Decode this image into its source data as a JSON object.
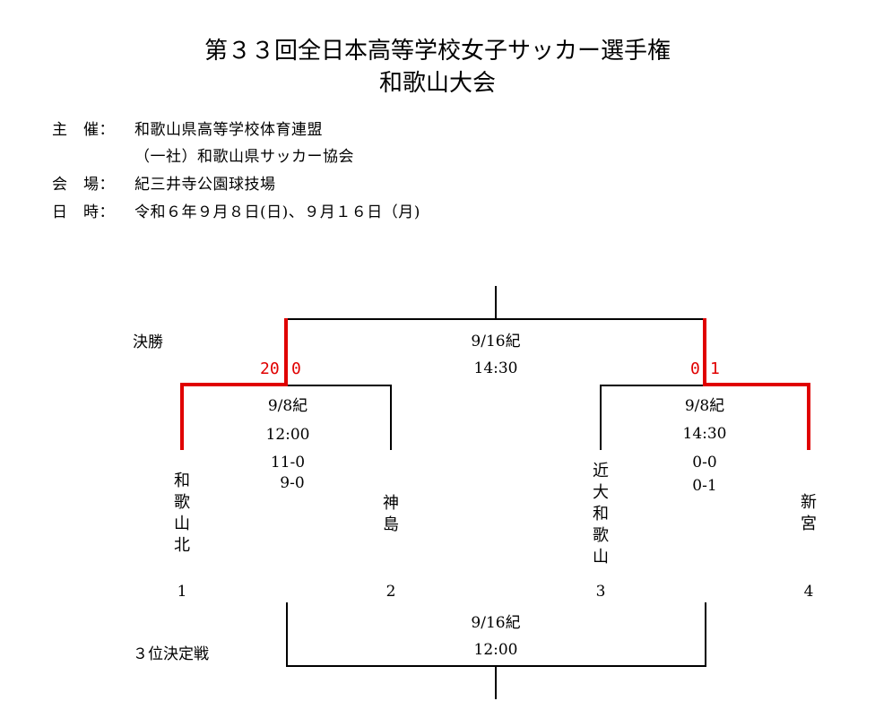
{
  "header": {
    "title_line1": "第３３回全日本高等学校女子サッカー選手権",
    "title_line2": "和歌山大会"
  },
  "info": {
    "organizer_label": "主　催：",
    "organizer_1": "和歌山県高等学校体育連盟",
    "organizer_2": "（一社）和歌山県サッカー協会",
    "venue_label": "会　場：",
    "venue": "紀三井寺公園球技場",
    "date_label": "日　時：",
    "date": "令和６年９月８日(日)、９月１６日（月)"
  },
  "bracket": {
    "final": {
      "label": "決勝",
      "date": "9/16紀",
      "time": "14:30"
    },
    "semi_left": {
      "date": "9/8紀",
      "time": "12:00",
      "score_a": "11-0",
      "score_b": "9-0",
      "final_score_left": "20",
      "final_score_right": "0"
    },
    "semi_right": {
      "date": "9/8紀",
      "time": "14:30",
      "score_a": "0-0",
      "score_b": "0-1",
      "final_score_left": "0",
      "final_score_right": "1"
    },
    "third_place": {
      "label": "３位決定戦",
      "date": "9/16紀",
      "time": "12:00"
    },
    "teams": [
      {
        "name": "和歌山北",
        "seed": "1"
      },
      {
        "name": "神島",
        "seed": "2"
      },
      {
        "name": "近大和歌山",
        "seed": "3"
      },
      {
        "name": "新宮",
        "seed": "4"
      }
    ]
  },
  "colors": {
    "winner_line": "#e00000",
    "line": "#000000"
  }
}
